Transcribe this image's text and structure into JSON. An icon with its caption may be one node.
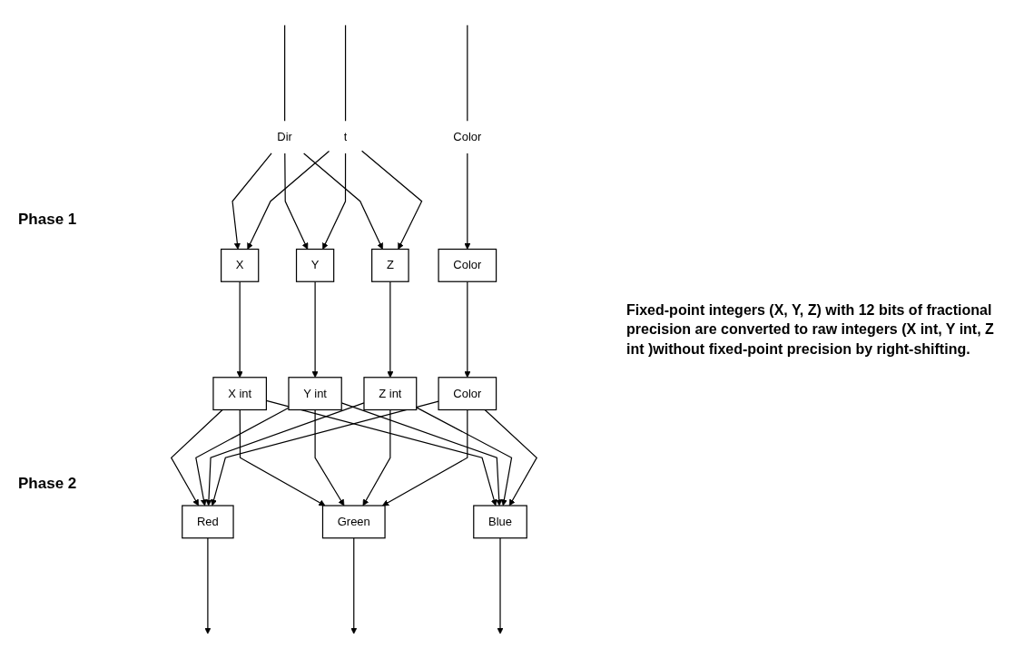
{
  "diagram": {
    "nodes": [
      {
        "text": [
          "Dir"
        ]
      },
      {
        "text": [
          "t"
        ]
      },
      {
        "text": [
          "Color"
        ]
      },
      {
        "text": [
          "X"
        ]
      },
      {
        "text": [
          "Y"
        ]
      },
      {
        "text": [
          "Z"
        ]
      },
      {
        "text": [
          "Color"
        ]
      },
      {
        "text": [
          "X int"
        ]
      },
      {
        "text": [
          "Y int"
        ]
      },
      {
        "text": [
          "Z int"
        ]
      },
      {
        "text": [
          "Color"
        ]
      },
      {
        "text": [
          "Red"
        ]
      },
      {
        "text": [
          "Green"
        ]
      },
      {
        "text": [
          "Blue"
        ]
      }
    ],
    "edges": [
      {
        "from": null,
        "to": 0,
        "arrow": "none"
      },
      {
        "from": null,
        "to": 1,
        "arrow": "none"
      },
      {
        "from": null,
        "to": 2,
        "arrow": "none"
      },
      {
        "from": 0,
        "to": 3,
        "arrow": "to"
      },
      {
        "from": 0,
        "to": 4,
        "arrow": "to"
      },
      {
        "from": 0,
        "to": 5,
        "arrow": "to"
      },
      {
        "from": 1,
        "to": 3,
        "arrow": "to"
      },
      {
        "from": 1,
        "to": 4,
        "arrow": "to"
      },
      {
        "from": 1,
        "to": 5,
        "arrow": "to"
      },
      {
        "from": 2,
        "to": 6,
        "arrow": "to"
      },
      {
        "from": 3,
        "to": 7,
        "arrow": "to"
      },
      {
        "from": 4,
        "to": 8,
        "arrow": "to"
      },
      {
        "from": 5,
        "to": 9,
        "arrow": "to"
      },
      {
        "from": 6,
        "to": 10,
        "arrow": "to"
      },
      {
        "from": 7,
        "to": 11,
        "arrow": "to"
      },
      {
        "from": 7,
        "to": 12,
        "arrow": "to"
      },
      {
        "from": 7,
        "to": 13,
        "arrow": "to"
      },
      {
        "from": 8,
        "to": 11,
        "arrow": "to"
      },
      {
        "from": 8,
        "to": 12,
        "arrow": "to"
      },
      {
        "from": 8,
        "to": 13,
        "arrow": "to"
      },
      {
        "from": 9,
        "to": 11,
        "arrow": "to"
      },
      {
        "from": 9,
        "to": 12,
        "arrow": "to"
      },
      {
        "from": 9,
        "to": 13,
        "arrow": "to"
      },
      {
        "from": 10,
        "to": 11,
        "arrow": "to"
      },
      {
        "from": 10,
        "to": 12,
        "arrow": "to"
      },
      {
        "from": 10,
        "to": 13,
        "arrow": "to"
      },
      {
        "from": 11,
        "to": null,
        "arrow": "to"
      },
      {
        "from": 12,
        "to": null,
        "arrow": "to"
      },
      {
        "from": 13,
        "to": null,
        "arrow": "to"
      }
    ],
    "labels": [
      "Phase 1",
      "Phase 2",
      "Fixed-point integers (X, Y, Z) with 12 bits of fractional precision are converted to raw integers (X int, Y int, Z int )without fixed-point precision by right-shifting."
    ]
  }
}
